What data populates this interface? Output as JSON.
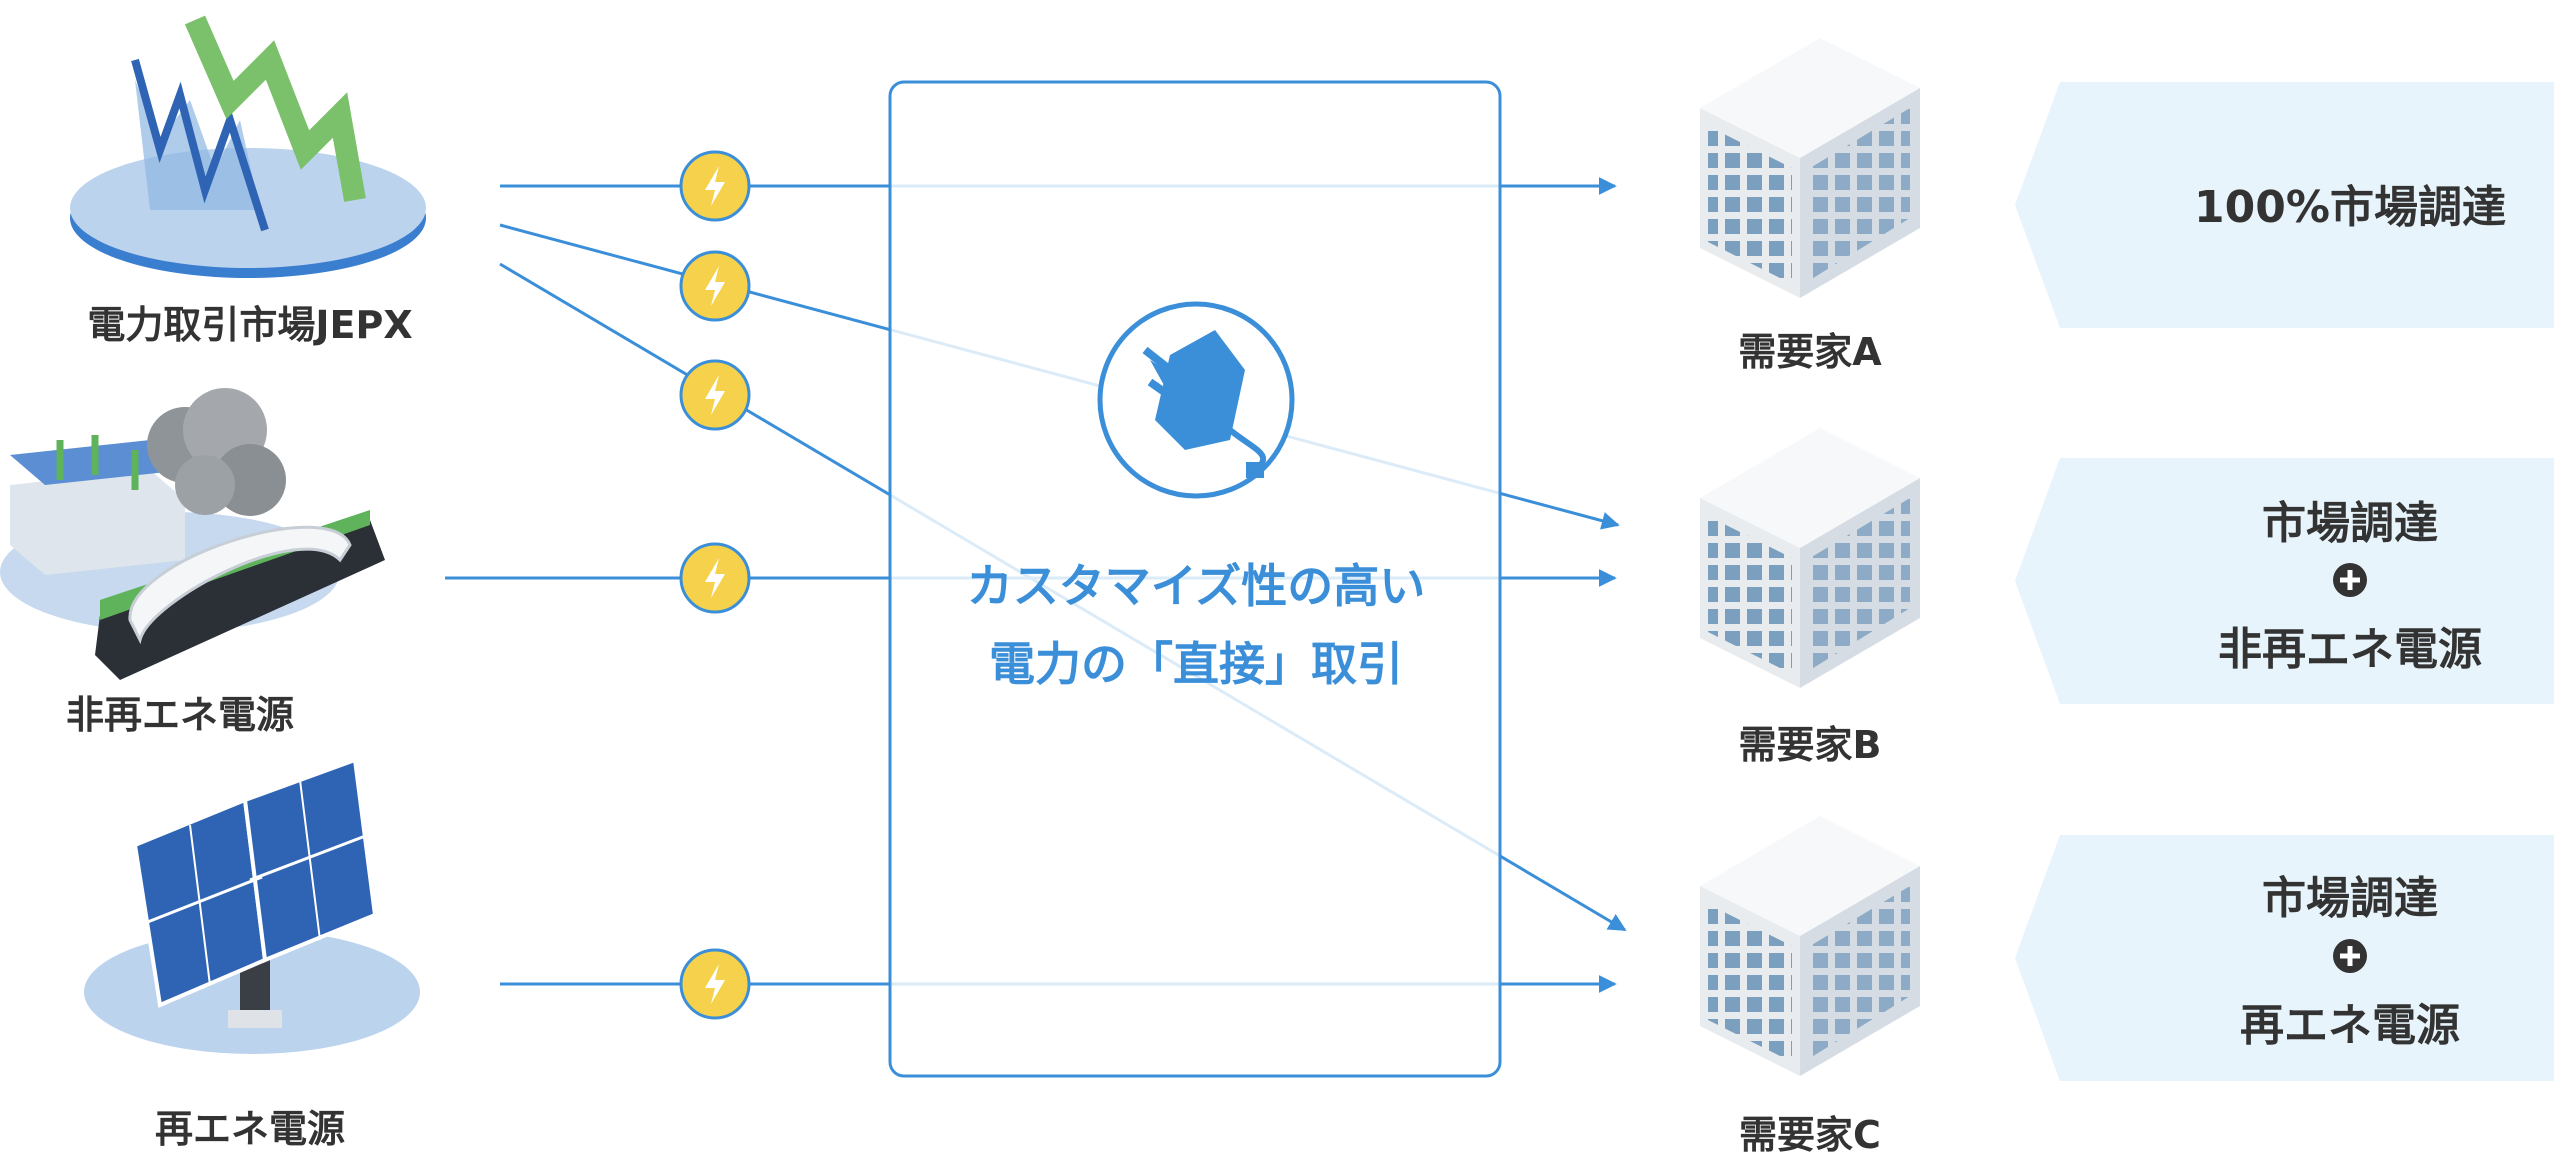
{
  "colors": {
    "line": "#3b8fd9",
    "bolt_fill": "#f6d24c",
    "bolt_stroke": "#3b8fd9",
    "building": "#e9ecef",
    "result_bg": "#e8f4fb",
    "text": "#333333"
  },
  "sources": [
    {
      "id": "jepx",
      "label": "電力取引市場JEPX",
      "icon": "market-chart-icon"
    },
    {
      "id": "nonrenewable",
      "label": "非再エネ電源",
      "icon": "lng-plant-icon"
    },
    {
      "id": "renewable",
      "label": "再エネ電源",
      "icon": "solar-panel-icon"
    }
  ],
  "center": {
    "line1": "カスタマイズ性の高い",
    "line2": "電力の「直接」取引",
    "icon": "plug-connection-icon"
  },
  "consumers": [
    {
      "id": "a",
      "label": "需要家A",
      "icon": "building-icon"
    },
    {
      "id": "b",
      "label": "需要家B",
      "icon": "building-icon"
    },
    {
      "id": "c",
      "label": "需要家C",
      "icon": "building-icon"
    }
  ],
  "results": [
    {
      "lines": [
        "100%市場調達"
      ]
    },
    {
      "lines": [
        "市場調達",
        "非再エネ電源"
      ],
      "joiner": "plus-icon"
    },
    {
      "lines": [
        "市場調達",
        "再エネ電源"
      ],
      "joiner": "plus-icon"
    }
  ]
}
